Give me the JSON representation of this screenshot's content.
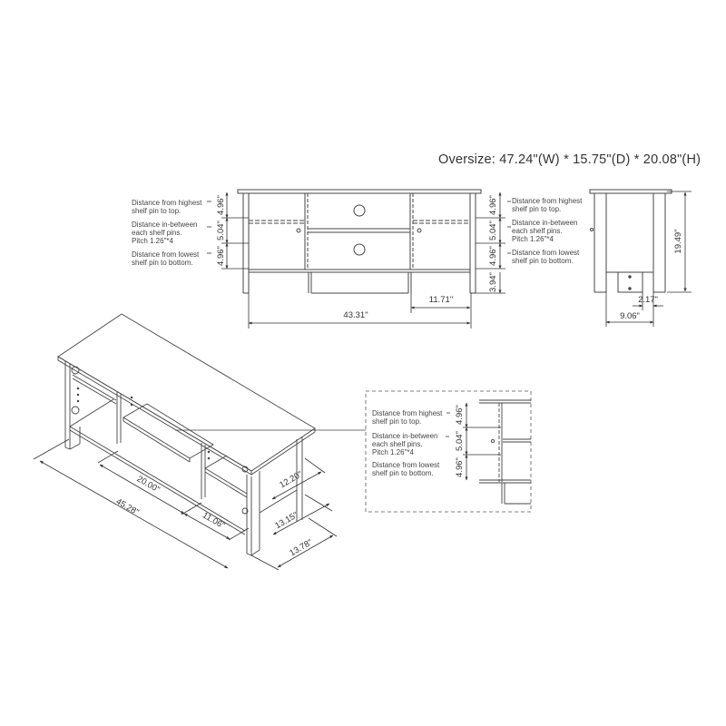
{
  "title": "Oversize: 47.24\"(W) * 15.75\"(D) * 20.08\"(H)",
  "shelf_notes": {
    "highest_1": "Distance from highest",
    "highest_2": "shelf pin to top.",
    "between_1": "Distance in-between",
    "between_2": "each shelf pins.",
    "between_3": "Pitch 1.26\"*4",
    "lowest_1": "Distance from lowest",
    "lowest_2": "shelf pin to bottom."
  },
  "front_view": {
    "dim_top": "4.96\"",
    "dim_mid": "5.04\"",
    "dim_bottom": "4.96\"",
    "dim_leg": "3.94\"",
    "dim_cabinet_width": "11.71\"",
    "dim_inner_width": "43.31\""
  },
  "side_view": {
    "dim_height": "19.49\"",
    "dim_leg_width": "2.17\"",
    "dim_depth": "9.06\""
  },
  "iso_view": {
    "dim_total_length": "45.28\"",
    "dim_center": "20.00\"",
    "dim_side_compartment": "11.06\"",
    "dim_shelf_depth": "12.20\"",
    "dim_inner_depth": "13.15\"",
    "dim_depth": "13.78\""
  },
  "detail_view": {
    "dim_top": "4.96\"",
    "dim_mid": "5.04\"",
    "dim_bottom": "4.96\""
  }
}
